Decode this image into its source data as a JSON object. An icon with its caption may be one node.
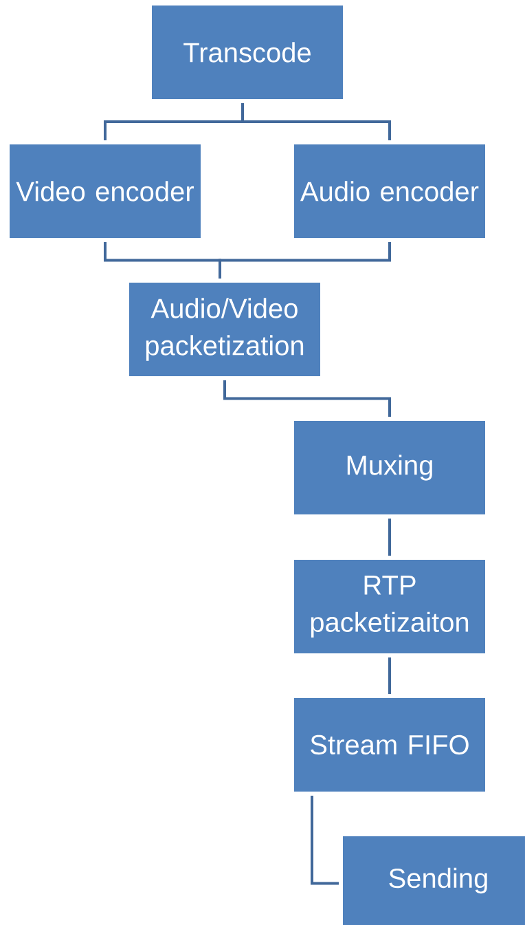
{
  "diagram": {
    "nodes": [
      {
        "text": [
          "Transcode"
        ]
      },
      {
        "text": [
          "Video encoder"
        ]
      },
      {
        "text": [
          "Audio encoder"
        ]
      },
      {
        "text": [
          "Audio/Video packetization"
        ]
      },
      {
        "text": [
          "Muxing"
        ]
      },
      {
        "text": [
          "RTP packetizaiton"
        ]
      },
      {
        "text": [
          "Stream FIFO"
        ]
      },
      {
        "text": [
          "Sending"
        ]
      }
    ],
    "edges": [
      {
        "from": 0,
        "to": 1,
        "arrow": "none"
      },
      {
        "from": 0,
        "to": 2,
        "arrow": "none"
      },
      {
        "from": 1,
        "to": 3,
        "arrow": "none"
      },
      {
        "from": 2,
        "to": 3,
        "arrow": "none"
      },
      {
        "from": 3,
        "to": 4,
        "arrow": "none"
      },
      {
        "from": 4,
        "to": 5,
        "arrow": "none"
      },
      {
        "from": 5,
        "to": 6,
        "arrow": "none"
      },
      {
        "from": 6,
        "to": 7,
        "arrow": "none"
      }
    ]
  }
}
